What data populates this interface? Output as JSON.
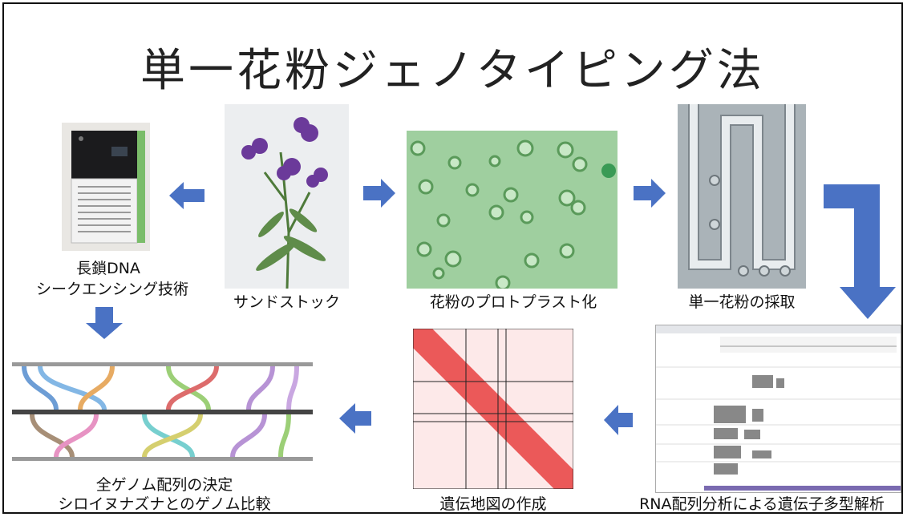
{
  "title": "単一花粉ジェノタイピング法",
  "steps": {
    "plant": "サンドストック",
    "protoplast": "花粉のプロトプラスト化",
    "collection": "単一花粉の採取",
    "rna": "RNA配列分析による遺伝子多型解析",
    "map": "遺伝地図の作成",
    "sequencer_line1": "長鎖DNA",
    "sequencer_line2": "シークエンシング技術",
    "genome_line1": "全ゲノム配列の決定",
    "genome_line2": "シロイヌナズナとのゲノム比較"
  },
  "colors": {
    "arrow": "#4a72c4",
    "border": "#111111"
  }
}
